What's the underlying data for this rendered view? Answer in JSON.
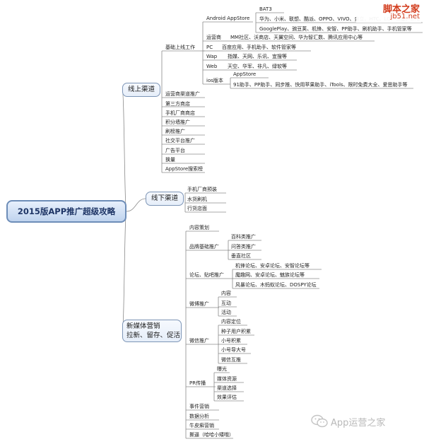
{
  "root": "2015版APP推广超级攻略",
  "branches": {
    "online": "线上渠道",
    "offline": "线下渠道",
    "newmedia": [
      "新媒体营销",
      "拉新、留存、促活"
    ]
  },
  "online": {
    "basic": "基础上线工作",
    "android": "Android AppStore",
    "bat": "BAT3",
    "oem": "华为、小米、联想、酷派、OPPO、VIVO、金立、HTC、LG、三星、ZTE",
    "gplay": "GooglePlay、豌豆荚、机锋、安智、PP助手、刷机助手、手机管家等",
    "operator": "运营商",
    "operator_v": "MM社区、沃商店、天翼空间、华为智汇数、腾讯应用中心等",
    "pc": "PC",
    "pc_v": "百度应用、手机助手、软件管家等",
    "wap": "Wap",
    "wap_v": "指媒、天网、乐讯、宜搜等",
    "web": "Web",
    "web_v": "天空、华军、非凡、绿软等",
    "ios": "ios版本",
    "appstore": "AppStore",
    "ios_v": "91助手、PP助手、同步推、快用苹果助手、iTools、限时免费大全、爱思助手等",
    "others": [
      "运营商渠道推广",
      "第三方商店",
      "手机厂商商店",
      "积分墙推广",
      "刷榜推广",
      "社交平台推广",
      "广告平台",
      "换量",
      "AppStore搜索榜"
    ]
  },
  "offline": [
    "手机厂商预装",
    "水货刷机",
    "行货店面"
  ],
  "newmedia": {
    "content": "内容策划",
    "brand": "品牌基础推广",
    "brand_items": [
      "百科类推广",
      "问答类推广",
      "垂直社区"
    ],
    "forum": "论坛、贴吧推广",
    "forum_items": [
      "机锋论坛、安卓论坛、安智论坛等",
      "魔趣网、安卓论坛、魅族论坛等",
      "风暴论坛、木蚂蚁论坛、DOSPY论坛"
    ],
    "weibo": "微博推广",
    "weibo_items": [
      "内容",
      "互动",
      "活动"
    ],
    "wechat": "微信推广",
    "wechat_items": [
      "内容定位",
      "种子用户积累",
      "小号积累",
      "小号导大号",
      "微信互推"
    ],
    "pr": "PR传播",
    "pr_items": [
      "曝光",
      "媒体资源",
      "渠道选择",
      "效果评估"
    ],
    "tail": [
      "事件营销",
      "数据分析",
      "牛皮癣营销",
      "撕逼（哈哈小矮哦）"
    ]
  },
  "watermark": {
    "top_cn": "脚本之家",
    "top_en": "jb51.net",
    "bottom": "App运营之家",
    "bottom_icon": "wechat-icon"
  },
  "colors": {
    "line": "#8b8b8b",
    "node_border": "#7d95b6",
    "root_text": "#1e3566",
    "watermark_red": "#d23a1a"
  }
}
